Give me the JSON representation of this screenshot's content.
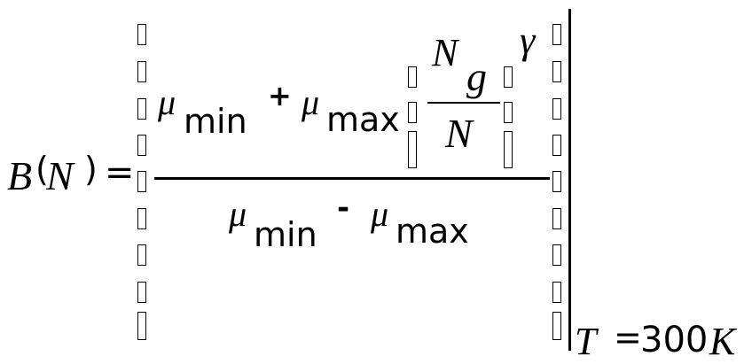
{
  "equation": {
    "lhs_symbol": "B",
    "lhs_open_paren": "(",
    "lhs_arg": "N",
    "lhs_close_paren": ")",
    "equals": "=",
    "numerator": {
      "mu1": "μ",
      "sub_min": "min",
      "plus": "+",
      "mu2": "μ",
      "sub_max": "max",
      "inner_numerator_N": "N",
      "inner_numerator_sub": "g",
      "inner_denominator": "N",
      "exponent": "γ"
    },
    "denominator": {
      "mu1": "μ",
      "sub_min": "min",
      "minus": "-",
      "mu2": "μ",
      "sub_max": "max"
    },
    "evaluation": {
      "variable": "T",
      "equals": "=",
      "value": "300",
      "unit": "K"
    }
  }
}
